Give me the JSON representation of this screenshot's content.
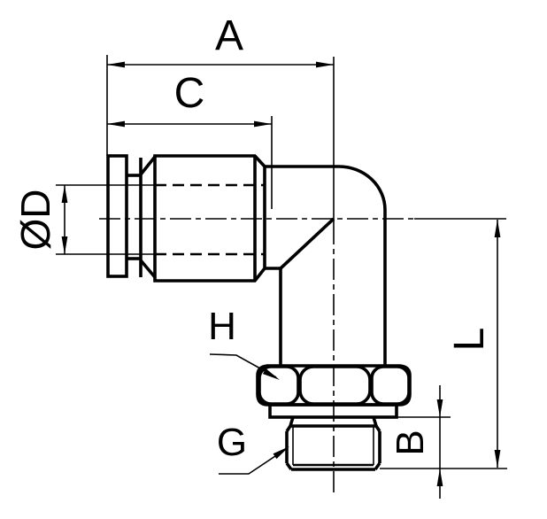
{
  "labels": {
    "a": "A",
    "c": "C",
    "diameter": "ØD",
    "h": "H",
    "g": "G",
    "b": "B",
    "l": "L"
  },
  "colors": {
    "line": "#000000",
    "background": "#ffffff"
  }
}
